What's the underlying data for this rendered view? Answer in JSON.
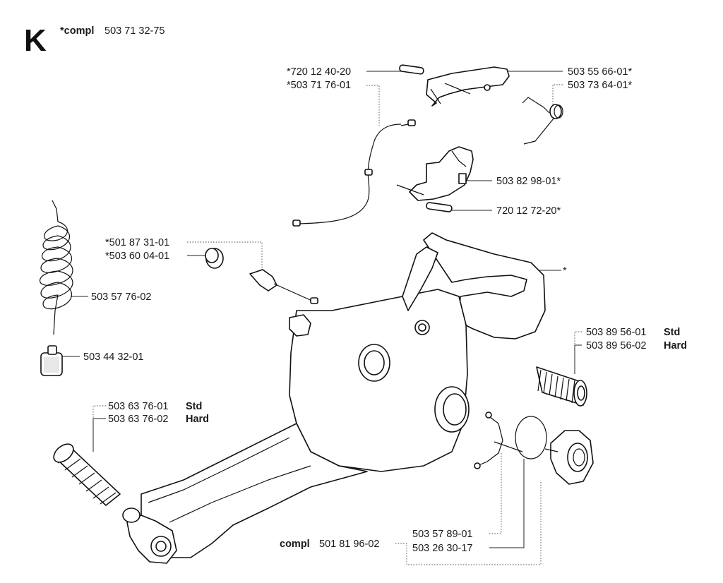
{
  "header": {
    "section_letter": "K",
    "compl_prefix": "*compl",
    "compl_number": "503 71 32-75"
  },
  "labels": {
    "p720124020": "*720 12 40-20",
    "p503717601": "*503 71 76-01",
    "p503556601": "503 55 66-01*",
    "p503736401": "503 73 64-01*",
    "p503829801": "503 82 98-01*",
    "p720127220": "720 12 72-20*",
    "p501873101": "*501 87 31-01",
    "p503600401": "*503 60 04-01",
    "p503577602": "503 57 76-02",
    "p503443201": "503 44 32-01",
    "asterisk": "*",
    "p503895601": "503 89 56-01",
    "p503895601_suffix": "Std",
    "p503895602": "503 89 56-02",
    "p503895602_suffix": "Hard",
    "p503637601": "503 63 76-01",
    "p503637601_suffix": "Std",
    "p503637602": "503 63 76-02",
    "p503637602_suffix": "Hard",
    "compl_bottom_prefix": "compl",
    "compl_bottom_number": "501 81 96-02",
    "p503578901": "503 57 89-01",
    "p503263017": "503 26 30-17"
  }
}
